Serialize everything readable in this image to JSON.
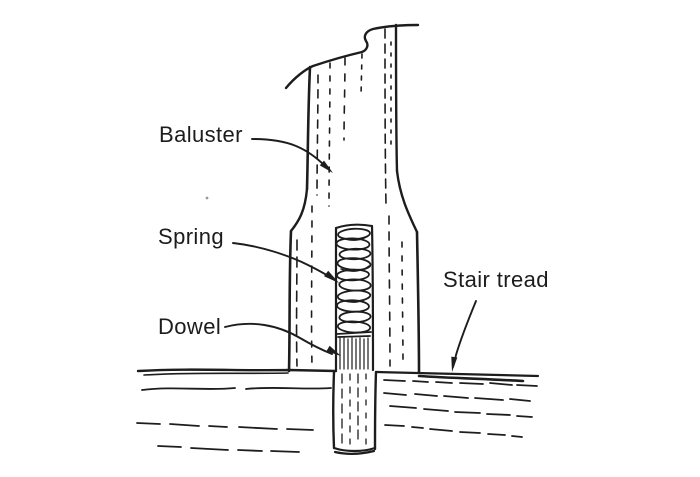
{
  "figure": {
    "type": "hand-drawn construction detail of a stair baluster fastened with a spring-loaded dowel",
    "colors": {
      "background": "#ffffff",
      "ink": "#1d1d1d"
    },
    "labels": {
      "baluster": "Baluster",
      "spring": "Spring",
      "dowel": "Dowel",
      "stair_tread": "Stair tread"
    }
  }
}
